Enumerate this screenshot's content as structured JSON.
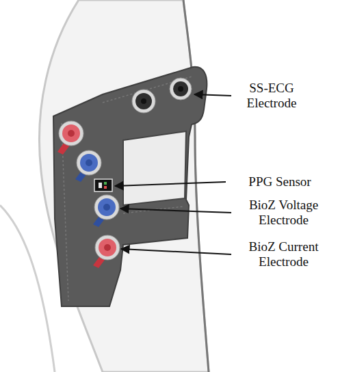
{
  "diagram": {
    "labels": [
      "SS-ECG Electrode",
      "PPG Sensor",
      "BioZ Voltage Electrode",
      "BioZ Current Electrode"
    ]
  }
}
